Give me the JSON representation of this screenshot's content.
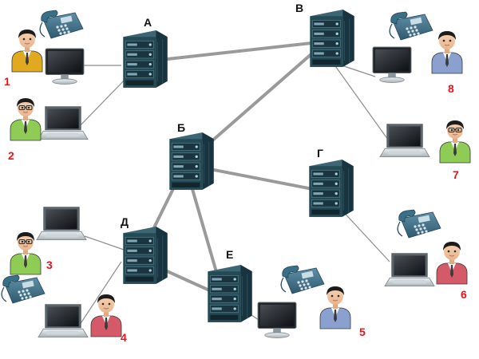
{
  "colors": {
    "server_link": "#9a9a9a",
    "client_link": "#8c8c8c",
    "server_body": "#1f3d47",
    "server_face": "#2b5563",
    "server_side": "#163038",
    "user_number": "#e8141b"
  },
  "servers": [
    {
      "id": "A",
      "label": "А"
    },
    {
      "id": "V",
      "label": "В"
    },
    {
      "id": "B",
      "label": "Б"
    },
    {
      "id": "G",
      "label": "Г"
    },
    {
      "id": "D",
      "label": "Д"
    },
    {
      "id": "E",
      "label": "Е"
    }
  ],
  "users": [
    {
      "id": "u1",
      "label": "1",
      "server": "A",
      "icons": [
        "person-icon",
        "phone-icon",
        "monitor-icon"
      ]
    },
    {
      "id": "u2",
      "label": "2",
      "server": "A",
      "icons": [
        "person-icon",
        "laptop-icon"
      ]
    },
    {
      "id": "u3",
      "label": "3",
      "server": "D",
      "icons": [
        "person-icon",
        "laptop-icon",
        "phone-icon"
      ]
    },
    {
      "id": "u4",
      "label": "4",
      "server": "D",
      "icons": [
        "person-icon",
        "laptop-icon"
      ]
    },
    {
      "id": "u5",
      "label": "5",
      "server": "E",
      "icons": [
        "person-icon",
        "phone-icon",
        "monitor-icon"
      ]
    },
    {
      "id": "u6",
      "label": "6",
      "server": "G",
      "icons": [
        "person-icon",
        "phone-icon",
        "laptop-icon"
      ]
    },
    {
      "id": "u7",
      "label": "7",
      "server": "V",
      "icons": [
        "person-icon",
        "laptop-icon"
      ]
    },
    {
      "id": "u8",
      "label": "8",
      "server": "V",
      "icons": [
        "person-icon",
        "phone-icon",
        "monitor-icon"
      ]
    }
  ],
  "server_links": [
    [
      "A",
      "V"
    ],
    [
      "V",
      "B"
    ],
    [
      "B",
      "G"
    ],
    [
      "B",
      "D"
    ],
    [
      "B",
      "E"
    ],
    [
      "D",
      "E"
    ]
  ]
}
